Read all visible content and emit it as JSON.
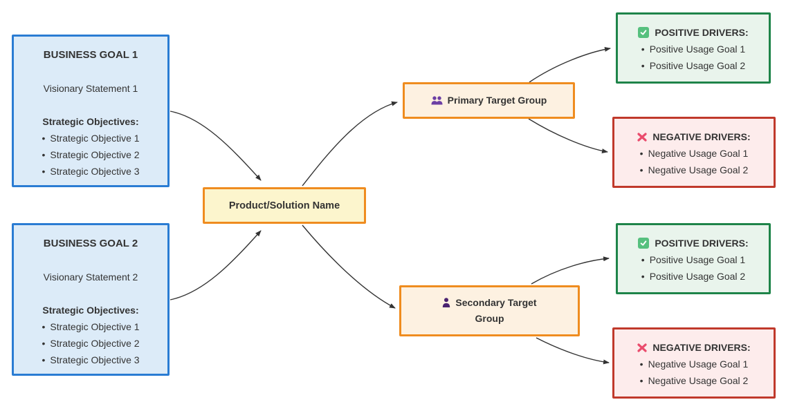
{
  "bullet": "•",
  "colors": {
    "goal_border": "#2a7cd3",
    "goal_bg": "#dcebf8",
    "product_border": "#ef8c1f",
    "product_bg": "#fcf5cd",
    "target_bg": "#fdf1e1",
    "positive_border": "#1e8449",
    "positive_bg": "#e9f4ec",
    "negative_border": "#c0392b",
    "negative_bg": "#fdecec",
    "arrow": "#333333",
    "text": "#333333",
    "people_icon_purple": "#6c3fa4",
    "person_icon_purple": "#4a2370",
    "check_green": "#56c07e",
    "cross_pink": "#ea4c6d"
  },
  "business_goals": [
    {
      "title": "BUSINESS GOAL 1",
      "vision": "Visionary Statement 1",
      "objectives_heading": "Strategic Objectives:",
      "objectives": [
        "Strategic Objective 1",
        "Strategic Objective 2",
        "Strategic Objective 3"
      ]
    },
    {
      "title": "BUSINESS GOAL 2",
      "vision": "Visionary Statement 2",
      "objectives_heading": "Strategic Objectives:",
      "objectives": [
        "Strategic Objective 1",
        "Strategic Objective 2",
        "Strategic Objective 3"
      ]
    }
  ],
  "product": {
    "label": "Product/Solution Name"
  },
  "target_groups": [
    {
      "label": "Primary Target Group",
      "icon": "people-group-icon"
    },
    {
      "label": "Secondary Target Group",
      "icon": "person-icon"
    }
  ],
  "driver_boxes": [
    {
      "kind": "positive",
      "icon": "check-icon",
      "title": "POSITIVE DRIVERS:",
      "items": [
        "Positive Usage Goal 1",
        "Positive Usage Goal 2"
      ]
    },
    {
      "kind": "negative",
      "icon": "cross-icon",
      "title": "NEGATIVE DRIVERS:",
      "items": [
        "Negative Usage Goal 1",
        "Negative Usage Goal 2"
      ]
    },
    {
      "kind": "positive",
      "icon": "check-icon",
      "title": "POSITIVE DRIVERS:",
      "items": [
        "Positive Usage Goal 1",
        "Positive Usage Goal 2"
      ]
    },
    {
      "kind": "negative",
      "icon": "cross-icon",
      "title": "NEGATIVE DRIVERS:",
      "items": [
        "Negative Usage Goal 1",
        "Negative Usage Goal 2"
      ]
    }
  ]
}
